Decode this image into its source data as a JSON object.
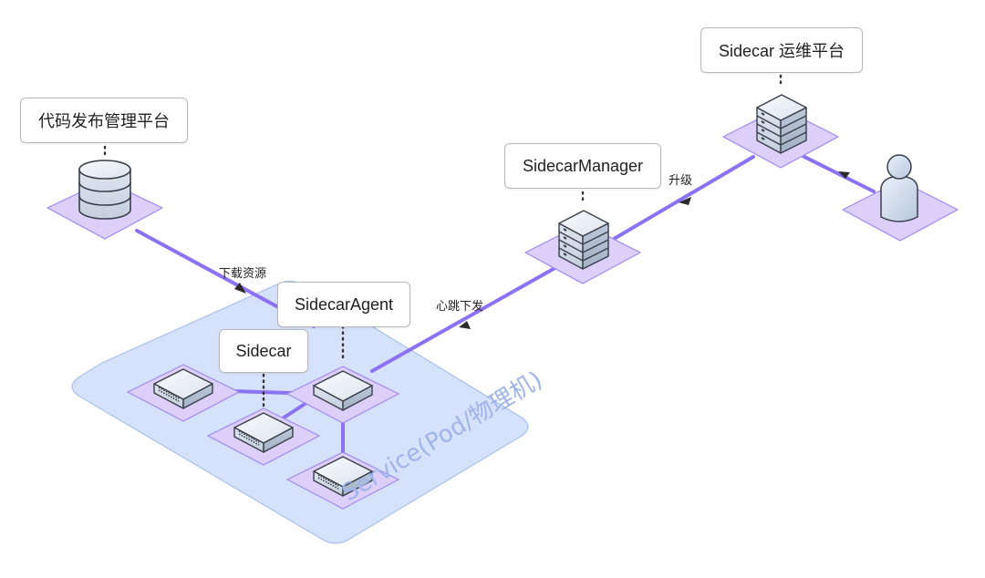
{
  "colors": {
    "service_area_fill": "#d6e2fb",
    "service_area_stroke": "#a9c0ee",
    "platform_fill": "#dcd0fb",
    "platform_stroke": "#9f88f0",
    "link": "#8b72f2",
    "service_label": "#9fb4e8"
  },
  "nodes": {
    "code_release_platform": {
      "label": "代码发布管理平台",
      "icon": "database-icon"
    },
    "ops_platform": {
      "label": "Sidecar 运维平台",
      "icon": "server-rack-icon"
    },
    "sidecar_manager": {
      "label": "SidecarManager",
      "icon": "server-rack-icon"
    },
    "sidecar_agent": {
      "label": "SidecarAgent",
      "icon": "switch-icon"
    },
    "sidecar": {
      "label": "Sidecar",
      "icon": "switch-icon"
    },
    "operator": {
      "icon": "user-icon"
    }
  },
  "edges": {
    "download": "下载资源",
    "heartbeat": "心跳下发",
    "upgrade": "升级"
  },
  "service_area": {
    "label": "Service(Pod/物理机)"
  }
}
